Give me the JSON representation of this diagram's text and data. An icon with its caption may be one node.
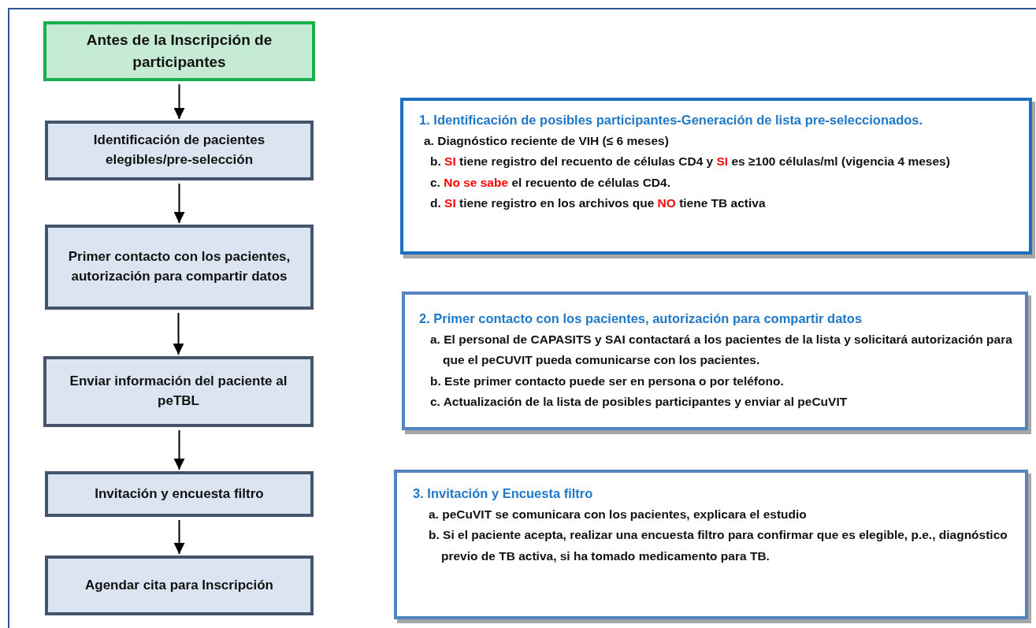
{
  "diagram": {
    "nodes": [
      {
        "text": [
          "Antes de la Inscripción de participantes"
        ]
      },
      {
        "text": [
          "Identificación de pacientes elegibles/pre-selección"
        ]
      },
      {
        "text": [
          "Primer contacto con los pacientes, autorización para compartir datos"
        ]
      },
      {
        "text": [
          "Enviar información del paciente al peTBL"
        ]
      },
      {
        "text": [
          "Invitación y encuesta filtro"
        ]
      },
      {
        "text": [
          "Agendar cita para Inscripción"
        ]
      },
      {
        "text": [
          "1. Identificación de posibles participantes-Generación de lista pre-seleccionados.",
          "a. Diagnóstico reciente de VIH (≤ 6 meses)",
          "b. **SI** tiene registro del recuento de células CD4 y **SI** es ≥100 células/ml (vigencia 4 meses)",
          "c. **No se sabe** el recuento de células CD4.",
          "d. **SI** tiene registro en los archivos que **NO** tiene TB activa"
        ]
      },
      {
        "text": [
          "2. Primer contacto con los pacientes, autorización para compartir datos",
          "a. El personal de CAPASITS y SAI contactará a los pacientes de la lista y solicitará autorización para que el peCUVIT pueda comunicarse con los pacientes.",
          "b. Este primer contacto puede ser en persona o por teléfono.",
          "c. Actualización de la lista de posibles participantes y enviar al peCuVIT"
        ]
      },
      {
        "text": [
          "3. Invitación y Encuesta filtro",
          "a. peCuVIT se comunicara con los pacientes, explicara el estudio",
          "b. Si el paciente acepta, realizar una encuesta filtro para confirmar  que es elegible, p.e., diagnóstico previo de TB activa, si ha tomado medicamento para TB."
        ]
      }
    ],
    "edges": [
      {
        "from": 0,
        "to": 1,
        "arrow": "to"
      },
      {
        "from": 1,
        "to": 2,
        "arrow": "to"
      },
      {
        "from": 2,
        "to": 3,
        "arrow": "to"
      },
      {
        "from": 3,
        "to": 4,
        "arrow": "to"
      },
      {
        "from": 4,
        "to": 5,
        "arrow": "to"
      }
    ]
  }
}
